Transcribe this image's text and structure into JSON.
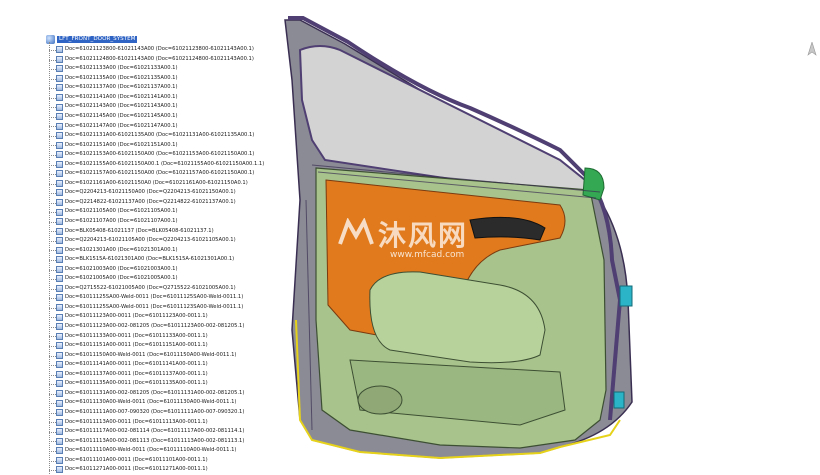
{
  "tree": {
    "root_label": "LFT_FRONT_DOOR_SYSTEM",
    "nodes": [
      "Doc=61021123800-61021143A00 (Doc=61021123800-61021143A00.1)",
      "Doc=61021124800-61021143A00 (Doc=61021124800-61021143A00.1)",
      "Doc=61021133A00 (Doc=61021133A00.1)",
      "Doc=61021135A00 (Doc=61021135A00.1)",
      "Doc=61021137A00 (Doc=61021137A00.1)",
      "Doc=61021141A00 (Doc=61021141A00.1)",
      "Doc=61021143A00 (Doc=61021143A00.1)",
      "Doc=61021145A00 (Doc=61021145A00.1)",
      "Doc=61021147A00 (Doc=61021147A00.1)",
      "Doc=61021131A00-61021135A00 (Doc=61021131A00-61021135A00.1)",
      "Doc=61021151A00 (Doc=61021151A00.1)",
      "Doc=61021153A00-61021150A00 (Doc=61021153A00-61021150A00.1)",
      "Doc=61021155A00-61021150A00.1 (Doc=61021155A00-61021150A00.1.1)",
      "Doc=61021157A00-61021150A00 (Doc=61021157A00-61021150A00.1)",
      "Doc=61021161A00-61021150A0 (Doc=61021161A00-61021150A0.1)",
      "Doc=Q2204213-61021150A00 (Doc=Q2204213-61021150A00.1)",
      "Doc=Q2214822-61021137A00 (Doc=Q2214822-61021137A00.1)",
      "Doc=61021105A00 (Doc=61021105A00.1)",
      "Doc=61021107A00 (Doc=61021107A00.1)",
      "Doc=BLK05408-61021137 (Doc=BLK05408-61021137.1)",
      "Doc=Q2204213-61021105A00 (Doc=Q2204213-61021105A00.1)",
      "Doc=61021301A00 (Doc=61021301A00.1)",
      "Doc=BLK1515A-61021301A00 (Doc=BLK1515A-61021301A00.1)",
      "Doc=61021003A00 (Doc=61021003A00.1)",
      "Doc=61021005A00 (Doc=61021005A00.1)",
      "Doc=Q2715522-61021005A00 (Doc=Q2715522-61021005A00.1)",
      "Doc=61011125SA00-Weld-0011 (Doc=61011125SA00-Weld-0011.1)",
      "Doc=61011125SA00-Weld-0011 (Doc=61011123SA00-Weld-0011.1)",
      "Doc=61011123A00-0011 (Doc=61011123A00-0011.1)",
      "Doc=61011123A00-002-081205 (Doc=61011123A00-002-081205.1)",
      "Doc=61011133A00-0011 (Doc=61011133A00-0011.1)",
      "Doc=61011151A00-0011 (Doc=61011151A00-0011.1)",
      "Doc=61011150A00-Weld-0011 (Doc=61011150A00-Weld-0011.1)",
      "Doc=61011141A00-0011 (Doc=61011141A00-0011.1)",
      "Doc=61011137A00-0011 (Doc=61011137A00-0011.1)",
      "Doc=61011135A00-0011 (Doc=61011135A00-0011.1)",
      "Doc=61011131A00-002-081205 (Doc=61011131A00-002-081205.1)",
      "Doc=61011130A00-Weld-0011 (Doc=61011130A00-Weld-0011.1)",
      "Doc=61011111A00-007-090320 (Doc=61011111A00-007-090320.1)",
      "Doc=61011113A00-0011 (Doc=61011113A00-0011.1)",
      "Doc=61011117A00-002-081114 (Doc=61011117A00-002-081114.1)",
      "Doc=61011113A00-002-081113 (Doc=61011113A00-002-081113.1)",
      "Doc=61011110A00-Weld-0011 (Doc=61011110A00-Weld-0011.1)",
      "Doc=61011101A00-0011 (Doc=61011101A00-0011.1)",
      "Doc=61011271A00-0011 (Doc=61011271A00-0011.1)"
    ]
  },
  "watermark": {
    "title": "沐风网",
    "url": "www.mfcad.com"
  },
  "colors": {
    "selection": "#2f63c4",
    "trim_green": "#a8c48c",
    "trim_orange": "#e07a1c",
    "frame_purple": "#5a4a78",
    "seal_yellow": "#e6d21a",
    "glass": "#d3d3d3"
  }
}
